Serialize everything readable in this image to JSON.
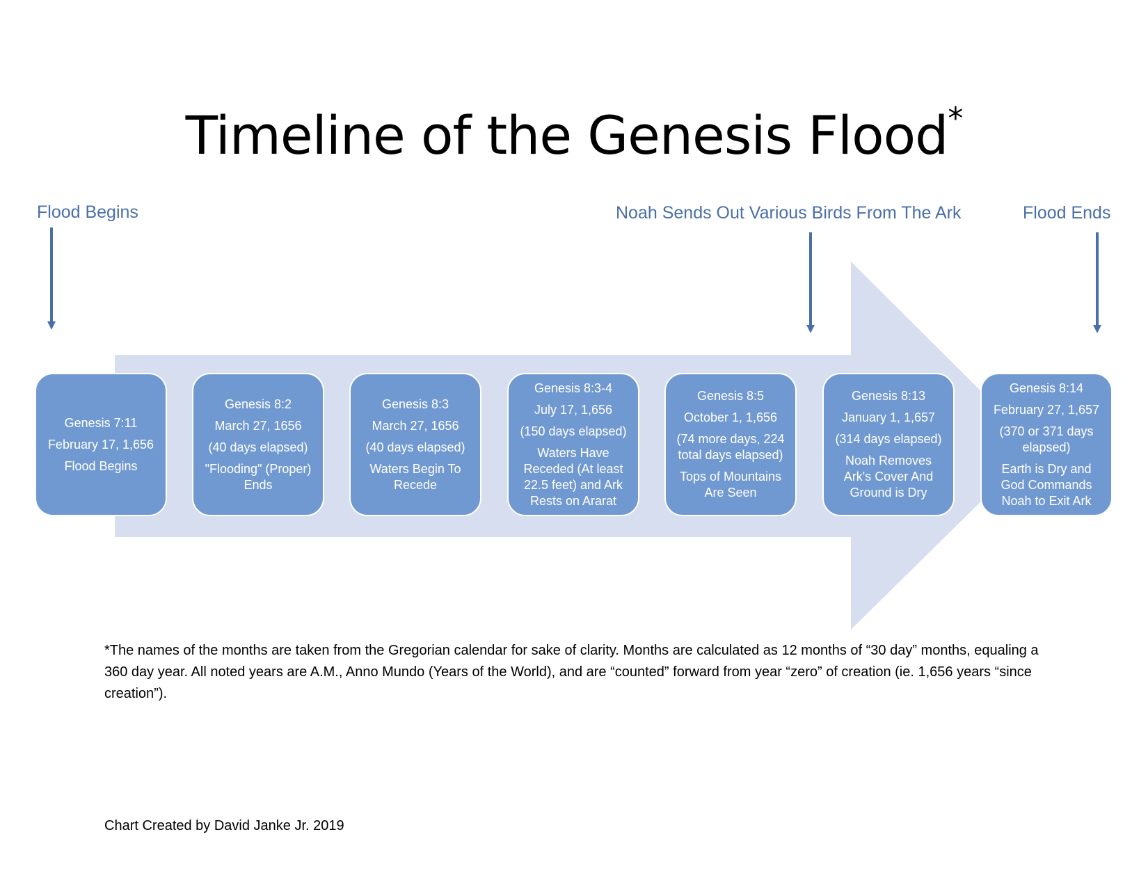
{
  "title": {
    "text": "Timeline of the Genesis Flood",
    "mark": "*"
  },
  "labels": {
    "flood_begins": "Flood Begins",
    "birds": "Noah Sends Out Various Birds From The Ark",
    "flood_ends": "Flood Ends"
  },
  "colors": {
    "arrow_fill": "#d6deef",
    "box_fill": "#7199d1",
    "label_text": "#4a6fa8",
    "pointer": "#4a6fa8"
  },
  "events": [
    {
      "lines": [
        "Genesis 7:11",
        "February 17, 1,656",
        "Flood Begins"
      ]
    },
    {
      "lines": [
        "Genesis 8:2",
        "March 27, 1656",
        "(40 days elapsed)",
        "\"Flooding\" (Proper) Ends"
      ]
    },
    {
      "lines": [
        "Genesis 8:3",
        "March 27, 1656",
        "(40 days elapsed)",
        "Waters Begin To Recede"
      ]
    },
    {
      "lines": [
        "Genesis 8:3-4",
        "July 17, 1,656",
        "(150 days elapsed)",
        "Waters Have Receded (At least 22.5 feet) and Ark Rests on Ararat"
      ]
    },
    {
      "lines": [
        "Genesis 8:5",
        "October 1, 1,656",
        "(74 more days, 224 total days elapsed)",
        "Tops of Mountains Are Seen"
      ]
    },
    {
      "lines": [
        "Genesis 8:13",
        "January 1, 1,657",
        "(314 days elapsed)",
        "Noah Removes Ark's Cover And Ground is Dry"
      ]
    },
    {
      "lines": [
        "Genesis 8:14",
        "February 27, 1,657",
        "(370 or 371 days elapsed)",
        "Earth is Dry and God Commands Noah to Exit Ark"
      ]
    }
  ],
  "footnote": "*The names of the months are taken from the Gregorian calendar for sake of clarity.  Months are calculated as 12 months of “30 day” months, equaling a 360 day year. All noted years are A.M., Anno Mundo (Years of the World), and are “counted” forward from year “zero” of creation (ie. 1,656 years “since creation”).",
  "credit": "Chart Created by David Janke Jr. 2019"
}
